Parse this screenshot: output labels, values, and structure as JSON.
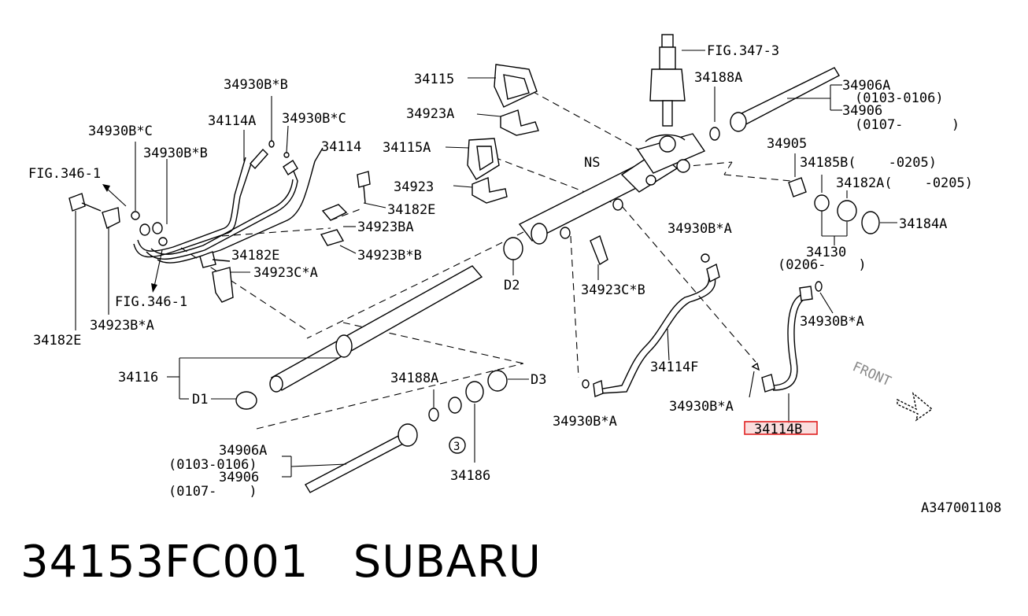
{
  "diagram": {
    "labels": {
      "fig347_3": "FIG.347-3",
      "p34188A_top": "34188A",
      "p34906A_top": "34906A",
      "p0103_0106_top": "(0103-0106)",
      "p34906_top": "34906",
      "p0107_top": "(0107-      )",
      "p34115": "34115",
      "p34923A": "34923A",
      "p34115A": "34115A",
      "p34923": "34923",
      "ns": "NS",
      "p34905": "34905",
      "p34185B": "34185B(    -0205)",
      "p34182A": "34182A(    -0205)",
      "p34184A": "34184A",
      "p34130": "34130",
      "p0206": "(0206-    )",
      "p34930B_B_top": "34930B*B",
      "p34114A": "34114A",
      "p34930B_C_right": "34930B*C",
      "p34930B_C_left": "34930B*C",
      "p34930B_B_mid": "34930B*B",
      "p34114": "34114",
      "fig346_1_top": "FIG.346-1",
      "p34182E_mid": "34182E",
      "p34923BA": "34923BA",
      "p34923B_B": "34923B*B",
      "p34182E_lower": "34182E",
      "p34923C_A": "34923C*A",
      "fig346_1_bottom": "FIG.346-1",
      "p34923B_A": "34923B*A",
      "p34182E_left": "34182E",
      "d2": "D2",
      "p34923C_B": "34923C*B",
      "p34930B_A_mid": "34930B*A",
      "p34930B_A_right": "34930B*A",
      "p34114F": "34114F",
      "p34930B_A_low": "34930B*A",
      "p34930B_A_bottom": "34930B*A",
      "p34114B": "34114B",
      "front": "FRONT",
      "p34116": "34116",
      "d1": "D1",
      "p34188A_low": "34188A",
      "d3": "D3",
      "p34186": "34186",
      "circle3": "3",
      "p34906A_low": "34906A",
      "p0103_0106_low": "(0103-0106)",
      "p34906_low": "34906",
      "p0107_low": "(0107-    )"
    },
    "highlight_color": "#e02020",
    "highlight_fill": "#f8d0d0",
    "diagram_code": "A347001108"
  },
  "footer": {
    "part_number": "34153FC001",
    "brand": "SUBARU"
  }
}
